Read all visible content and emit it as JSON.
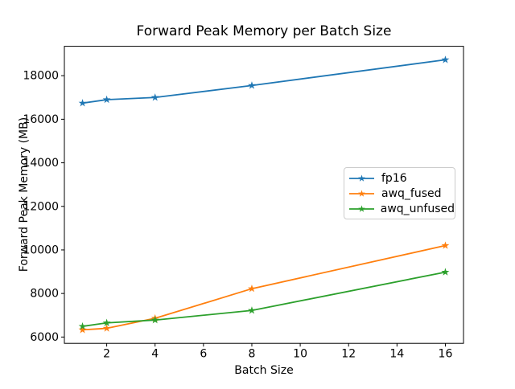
{
  "chart_data": {
    "type": "line",
    "title": "Forward Peak Memory per Batch Size",
    "xlabel": "Batch Size",
    "ylabel": "Forward Peak Memory (MB)",
    "x": [
      1,
      2,
      4,
      8,
      16
    ],
    "series": [
      {
        "name": "fp16",
        "color": "#1f77b4",
        "values": [
          16740,
          16900,
          17000,
          17550,
          18730
        ]
      },
      {
        "name": "awq_fused",
        "color": "#ff7f0e",
        "values": [
          6330,
          6400,
          6860,
          8220,
          10200
        ]
      },
      {
        "name": "awq_unfused",
        "color": "#2ca02c",
        "values": [
          6490,
          6650,
          6780,
          7220,
          8980
        ]
      }
    ],
    "xticks": [
      2,
      4,
      6,
      8,
      10,
      12,
      14,
      16
    ],
    "yticks": [
      6000,
      8000,
      10000,
      12000,
      14000,
      16000,
      18000
    ],
    "xlim": [
      0.25,
      16.75
    ],
    "ylim": [
      5710,
      19350
    ],
    "marker": "star",
    "grid": false,
    "legend": {
      "position": "center-right",
      "entries": [
        "fp16",
        "awq_fused",
        "awq_unfused"
      ]
    }
  }
}
